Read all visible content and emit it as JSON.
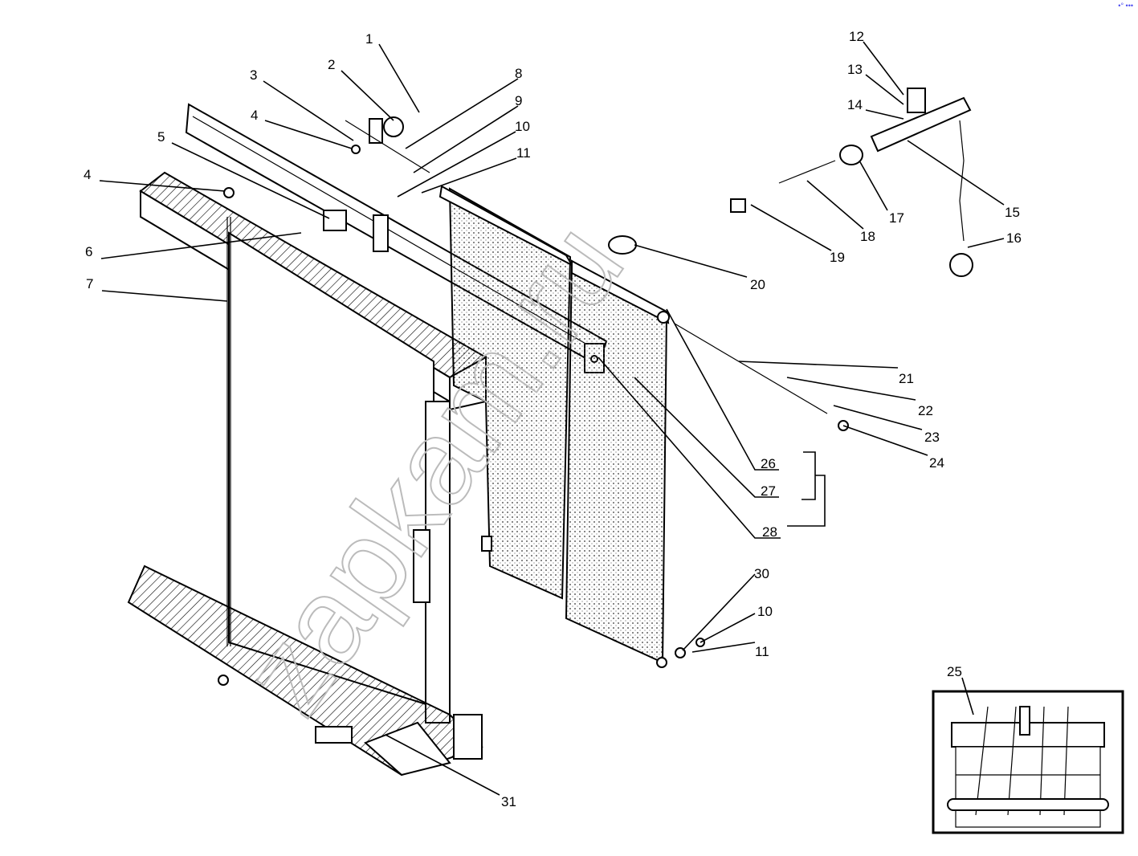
{
  "diagram": {
    "labels": [
      "1",
      "2",
      "3",
      "4",
      "5",
      "4",
      "6",
      "7",
      "8",
      "9",
      "10",
      "11",
      "12",
      "13",
      "14",
      "15",
      "16",
      "17",
      "18",
      "19",
      "20",
      "21",
      "22",
      "23",
      "24",
      "25",
      "26",
      "27",
      "28",
      "30",
      "10",
      "11",
      "31"
    ],
    "watermark": "zapkam.ru",
    "corner_mark": "•° •••",
    "colors": {
      "ink": "#000000",
      "corner_mark": "#4a4af0"
    }
  }
}
